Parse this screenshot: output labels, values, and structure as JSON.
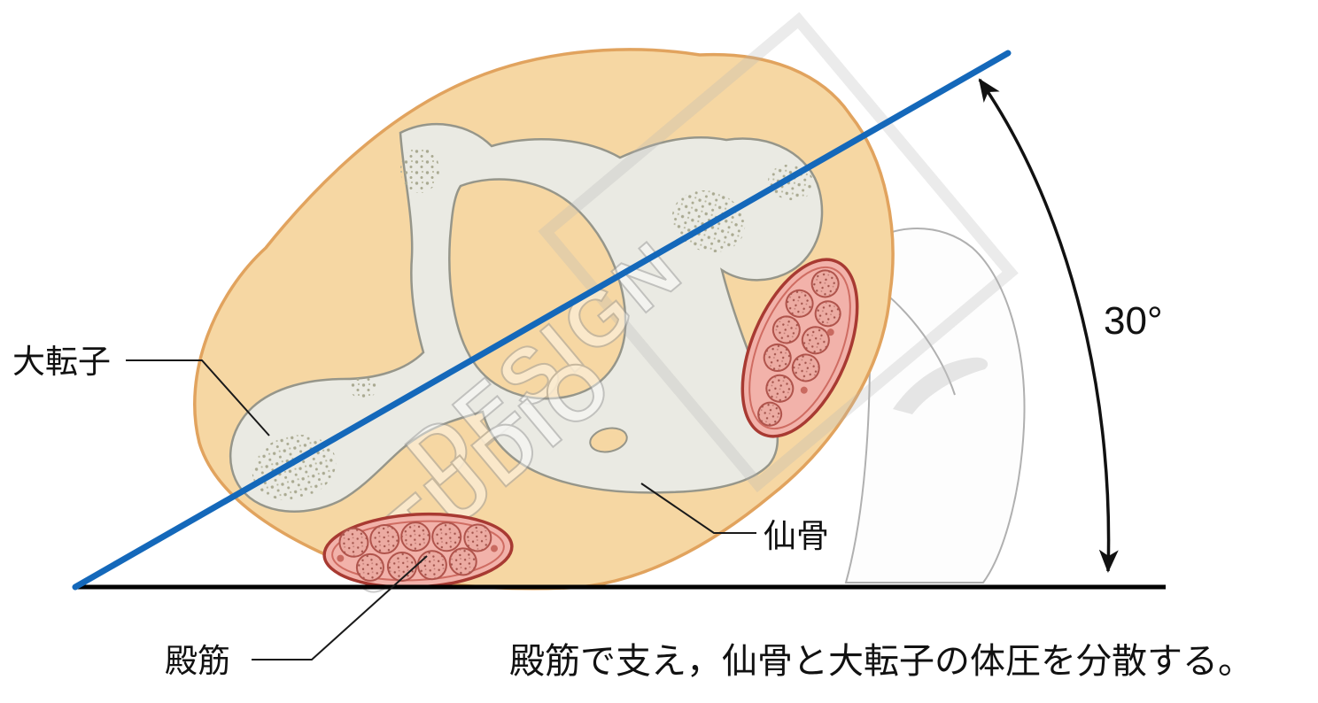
{
  "diagram": {
    "caption": "殿筋で支え，仙骨と大転子の体圧を分散する。",
    "angle": {
      "value": 30,
      "label": "30°"
    },
    "labels": [
      {
        "id": "greater-trochanter",
        "text": "大転子"
      },
      {
        "id": "sacrum",
        "text": "仙骨"
      },
      {
        "id": "gluteal-muscle",
        "text": "殿筋"
      }
    ],
    "watermark": {
      "line1": "DESIGN",
      "line2": "STUDIO"
    },
    "colors": {
      "tilt_line": "#1468ba",
      "ground_line": "#000000",
      "skin_fill": "#f6d7a3",
      "skin_outline": "#e1a35e",
      "bone_fill": "#eaeae3",
      "bone_outline": "#96968a",
      "muscle_fill": "#f2b2aa",
      "muscle_outline": "#a83a32",
      "thigh_outline": "#b0b0b0",
      "label_color": "#111111"
    }
  }
}
